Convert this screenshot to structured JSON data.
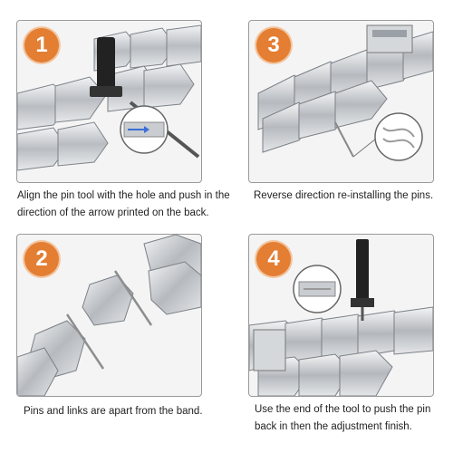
{
  "steps": [
    {
      "number": "1",
      "caption": "Align the pin tool with the hole and push in the direction of the arrow printed on the back."
    },
    {
      "number": "2",
      "caption": "Pins and links are apart from the band."
    },
    {
      "number": "3",
      "caption": "Reverse direction re-installing the pins."
    },
    {
      "number": "4",
      "caption": "Use the end of the tool to push the pin back in then the adjustment finish."
    }
  ],
  "colors": {
    "badge": "#e37e33",
    "panel_border": "#9a9a9a",
    "metal": "#c9ccd0"
  }
}
